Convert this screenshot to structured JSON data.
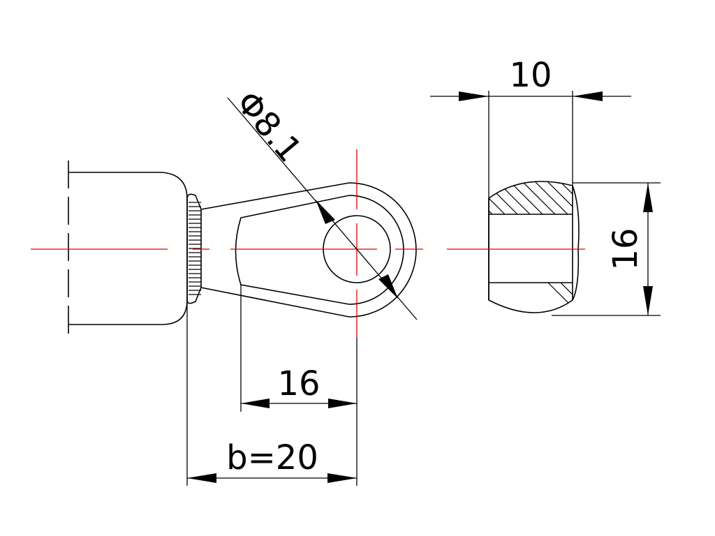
{
  "drawing": {
    "dimensions": {
      "hole_diameter": "Φ8.1",
      "slot_length": "16",
      "b_length": "b=20",
      "section_width": "10",
      "section_height": "16"
    },
    "colors": {
      "outline": "#000000",
      "centerline": "#e00000",
      "background": "#ffffff"
    }
  }
}
